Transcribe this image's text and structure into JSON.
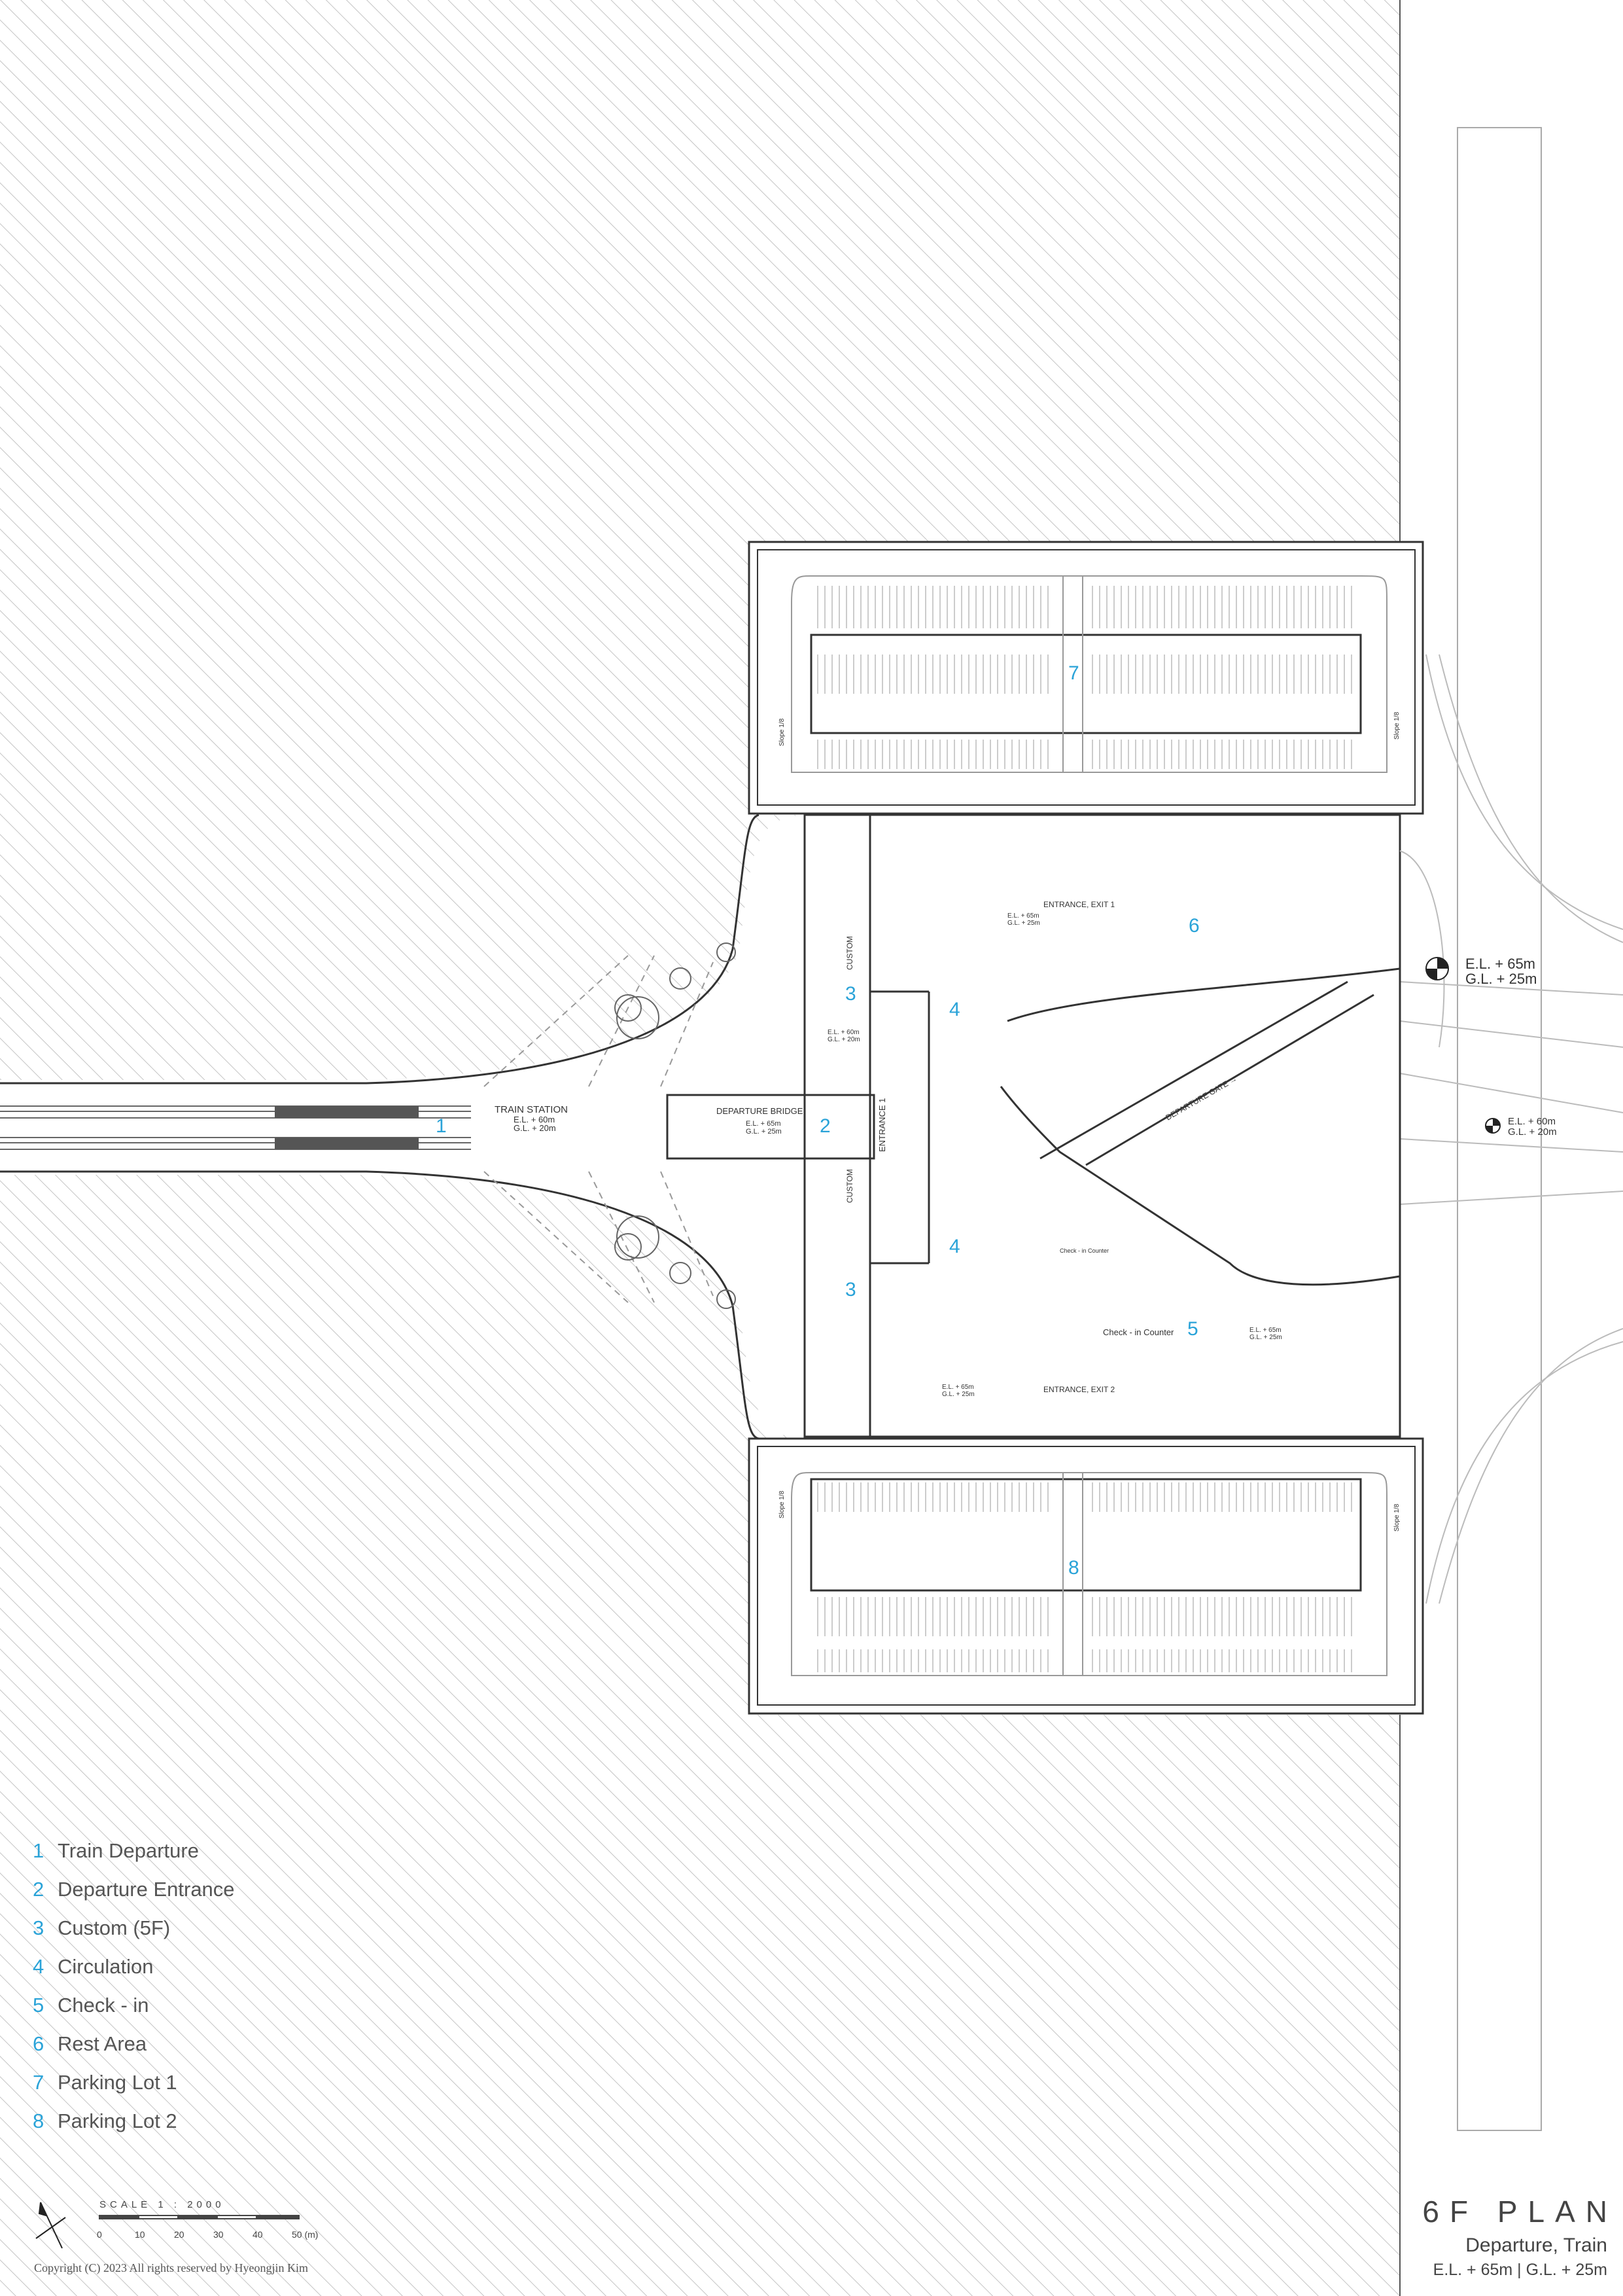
{
  "plan": {
    "title": "6F PLAN",
    "subtitle": "Departure, Train",
    "elevation": "E.L. + 65m | G.L. + 25m",
    "copyright": "Copyright (C) 2023 All rights reserved by Hyeongjin Kim"
  },
  "legend": [
    {
      "num": "1",
      "label": "Train Departure"
    },
    {
      "num": "2",
      "label": "Departure Entrance"
    },
    {
      "num": "3",
      "label": "Custom (5F)"
    },
    {
      "num": "4",
      "label": "Circulation"
    },
    {
      "num": "5",
      "label": "Check - in"
    },
    {
      "num": "6",
      "label": "Rest Area"
    },
    {
      "num": "7",
      "label": "Parking Lot 1"
    },
    {
      "num": "8",
      "label": "Parking Lot 2"
    }
  ],
  "scale": {
    "label": "SCALE 1 : 2000",
    "ticks": [
      "0",
      "10",
      "20",
      "30",
      "40",
      "50 (m)"
    ]
  },
  "labels": {
    "train_station": "TRAIN STATION",
    "train_station_el": "E.L. + 60m",
    "train_station_gl": "G.L. + 20m",
    "departure_bridge": "DEPARTURE BRIDGE",
    "bridge_el": "E.L. + 65m",
    "bridge_gl": "G.L. + 25m",
    "entrance_1": "ENTRANCE 1",
    "entrance_exit_1": "ENTRANCE, EXIT 1",
    "entrance_exit_2": "ENTRANCE, EXIT 2",
    "custom": "CUSTOM",
    "departure_gate": "DEPARTURE GATE →",
    "checkin_counter": "Check - in Counter",
    "checkin_counter_small": "Check - in Counter",
    "slope": "Slope 1/8",
    "right_el_1": "E.L. + 65m",
    "right_gl_1": "G.L. + 25m",
    "right_el_2": "E.L. + 60m",
    "right_gl_2": "G.L. + 20m",
    "small_el_65": "E.L. + 65m",
    "small_gl_25": "G.L. + 25m",
    "small_el_60": "E.L. + 60m",
    "small_gl_20": "G.L. + 20m"
  },
  "zone_numbers": {
    "n1": "1",
    "n2": "2",
    "n3a": "3",
    "n3b": "3",
    "n4a": "4",
    "n4b": "4",
    "n5": "5",
    "n6": "6",
    "n7": "7",
    "n8": "8"
  },
  "colors": {
    "accent": "#2aa3d8",
    "hatch": "#c8c8c8",
    "line": "#3a3a3a"
  }
}
